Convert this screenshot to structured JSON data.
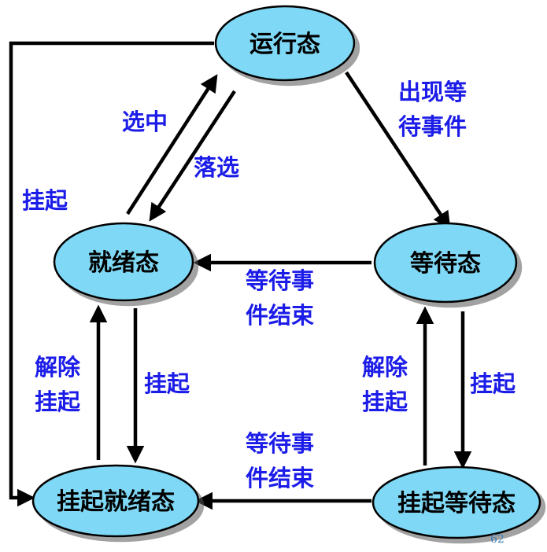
{
  "colors": {
    "node_fill": "#7fd8f5",
    "node_stroke": "#000000",
    "edge_label": "#1c1ce8",
    "arrow": "#000000"
  },
  "nodes": {
    "running": "运行态",
    "ready": "就绪态",
    "waiting": "等待态",
    "suspended_ready": "挂起就绪态",
    "suspended_waiting": "挂起等待态"
  },
  "edges": {
    "select": "选中",
    "deselect": "落选",
    "wait_event_occurs": [
      "出现等",
      "待事件"
    ],
    "suspend_left": "挂起",
    "wait_event_ends_mid": [
      "等待事",
      "件结束"
    ],
    "unsuspend_left": [
      "解除",
      "挂起"
    ],
    "suspend_ready": "挂起",
    "unsuspend_right": [
      "解除",
      "挂起"
    ],
    "suspend_waiting": "挂起",
    "wait_event_ends_bottom": [
      "等待事",
      "件结束"
    ]
  },
  "page_number": "62"
}
